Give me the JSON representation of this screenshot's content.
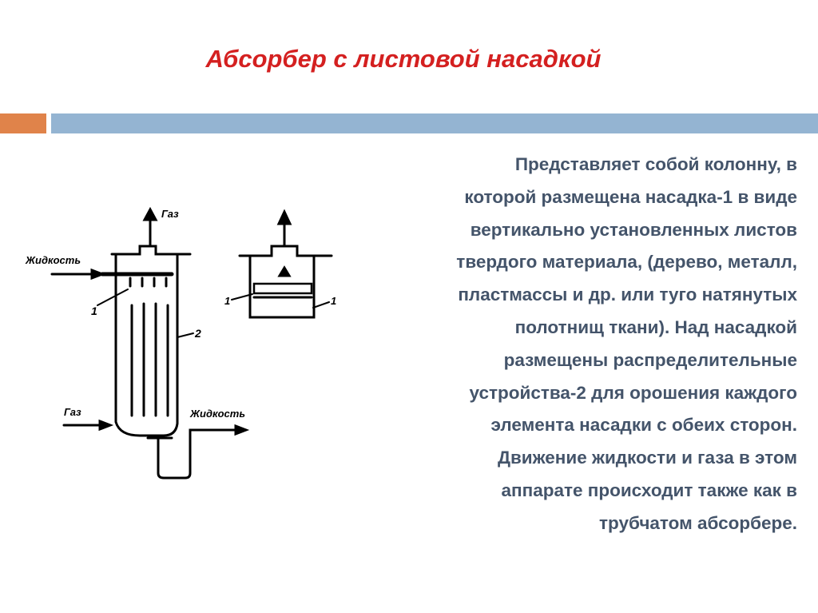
{
  "slide": {
    "title": "Абсорбер с листовой насадкой",
    "body_lines": [
      "Представляет собой колонну, в",
      "которой размещена насадка-1 в виде",
      "вертикально установленных листов",
      "твердого материала, (дерево, металл,",
      "пластмассы и др. или туго натянутых",
      "полотнищ ткани). Над насадкой",
      "размещены распределительные",
      "устройства-2 для орошения каждого",
      "элемента насадки с обеих сторон.",
      "Движение жидкости и газа в этом",
      "аппарате происходит также как в",
      "трубчатом абсорбере."
    ]
  },
  "diagram": {
    "gas_out": "Газ",
    "gas_in": "Газ",
    "liquid_in": "Жидкость",
    "liquid_out": "Жидкость",
    "label_packing": "1",
    "label_distributor": "2",
    "detail_label_left": "1",
    "detail_label_right": "1"
  },
  "colors": {
    "title": "#d42020",
    "accent_orange": "#e0834a",
    "accent_blue": "#94b4d2",
    "text": "#44546a"
  }
}
